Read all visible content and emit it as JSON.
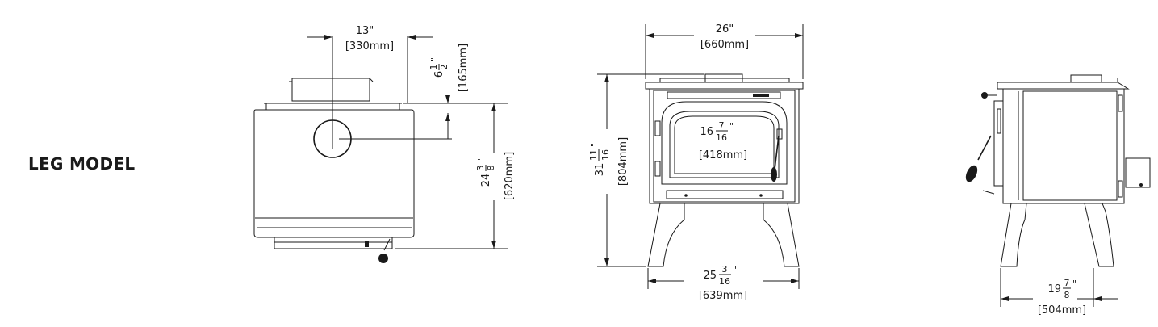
{
  "title": "LEG MODEL",
  "views": {
    "top": {
      "width_in": "13\"",
      "width_mm": "[330mm]",
      "flue_offset_whole": "6",
      "flue_offset_num": "1",
      "flue_offset_den": "2",
      "flue_offset_quote": "\"",
      "flue_offset_mm": "[165mm]",
      "depth_whole": "24",
      "depth_num": "3",
      "depth_den": "8",
      "depth_quote": "\"",
      "depth_mm": "[620mm]"
    },
    "front": {
      "width_in": "26\"",
      "width_mm": "[660mm]",
      "height_whole": "31",
      "height_num": "11",
      "height_den": "16",
      "height_quote": "\"",
      "height_mm": "[804mm]",
      "door_whole": "16",
      "door_num": "7",
      "door_den": "16",
      "door_quote": "\"",
      "door_mm": "[418mm]",
      "legs_whole": "25",
      "legs_num": "3",
      "legs_den": "16",
      "legs_quote": "\"",
      "legs_mm": "[639mm]"
    },
    "side": {
      "depth_whole": "19",
      "depth_num": "7",
      "depth_den": "8",
      "depth_quote": "\"",
      "depth_mm": "[504mm]"
    }
  }
}
